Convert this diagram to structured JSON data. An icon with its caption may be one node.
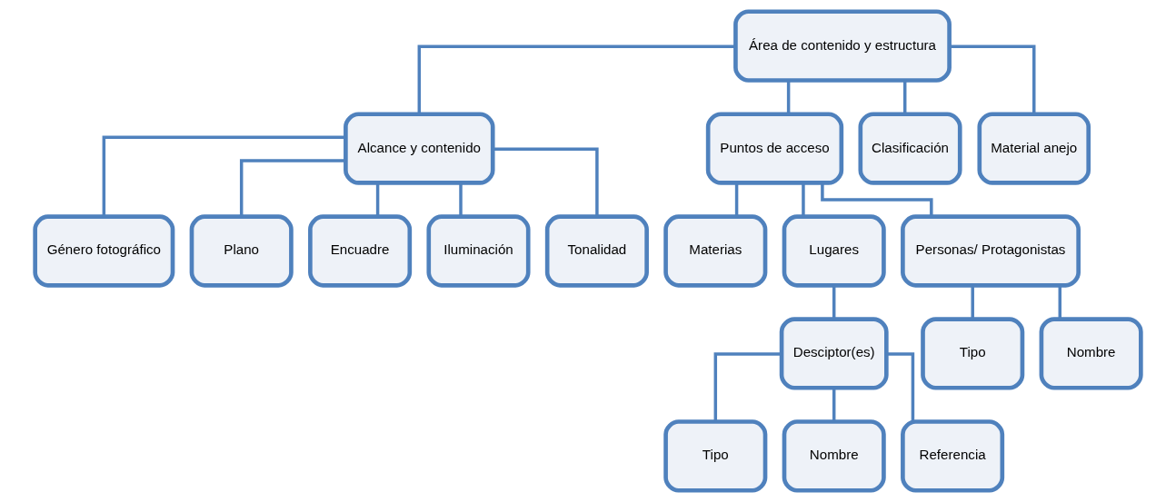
{
  "diagram": {
    "nodes": [
      {
        "text": [
          "Área de contenido y estructura"
        ]
      },
      {
        "text": [
          "Alcance y contenido"
        ]
      },
      {
        "text": [
          "Puntos de acceso"
        ]
      },
      {
        "text": [
          "Clasificación"
        ]
      },
      {
        "text": [
          "Material anejo"
        ]
      },
      {
        "text": [
          "Género fotográfico"
        ]
      },
      {
        "text": [
          "Plano"
        ]
      },
      {
        "text": [
          "Encuadre"
        ]
      },
      {
        "text": [
          "Iluminación"
        ]
      },
      {
        "text": [
          "Tonalidad"
        ]
      },
      {
        "text": [
          "Materias"
        ]
      },
      {
        "text": [
          "Lugares"
        ]
      },
      {
        "text": [
          "Personas/ Protagonistas"
        ]
      },
      {
        "text": [
          "Desciptor(es)"
        ]
      },
      {
        "text": [
          "Tipo"
        ]
      },
      {
        "text": [
          "Nombre"
        ]
      },
      {
        "text": [
          "Tipo"
        ]
      },
      {
        "text": [
          "Nombre"
        ]
      },
      {
        "text": [
          "Referencia"
        ]
      }
    ],
    "edges": [
      {
        "from": 0,
        "to": 1,
        "arrow": "none"
      },
      {
        "from": 0,
        "to": 2,
        "arrow": "none"
      },
      {
        "from": 0,
        "to": 3,
        "arrow": "none"
      },
      {
        "from": 0,
        "to": 4,
        "arrow": "none"
      },
      {
        "from": 1,
        "to": 5,
        "arrow": "none"
      },
      {
        "from": 1,
        "to": 6,
        "arrow": "none"
      },
      {
        "from": 1,
        "to": 7,
        "arrow": "none"
      },
      {
        "from": 1,
        "to": 8,
        "arrow": "none"
      },
      {
        "from": 1,
        "to": 9,
        "arrow": "none"
      },
      {
        "from": 2,
        "to": 10,
        "arrow": "none"
      },
      {
        "from": 2,
        "to": 11,
        "arrow": "none"
      },
      {
        "from": 2,
        "to": 12,
        "arrow": "none"
      },
      {
        "from": 11,
        "to": 13,
        "arrow": "none"
      },
      {
        "from": 12,
        "to": 14,
        "arrow": "none"
      },
      {
        "from": 12,
        "to": 15,
        "arrow": "none"
      },
      {
        "from": 13,
        "to": 16,
        "arrow": "none"
      },
      {
        "from": 13,
        "to": 17,
        "arrow": "none"
      },
      {
        "from": 13,
        "to": 18,
        "arrow": "none"
      }
    ]
  }
}
